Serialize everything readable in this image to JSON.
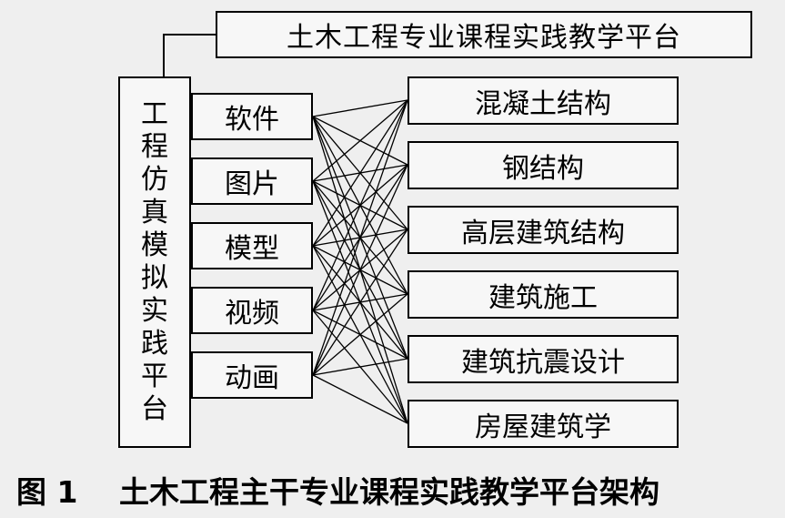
{
  "top_box": "土木工程专业课程实践教学平台",
  "left_platform": "工程仿真模拟实践平台",
  "media": [
    "软件",
    "图片",
    "模型",
    "视频",
    "动画"
  ],
  "courses": [
    "混凝土结构",
    "钢结构",
    "高层建筑结构",
    "建筑施工",
    "建筑抗震设计",
    "房屋建筑学"
  ],
  "caption": {
    "figure_label": "图 1",
    "title": "土木工程主干专业课程实践教学平台架构"
  }
}
